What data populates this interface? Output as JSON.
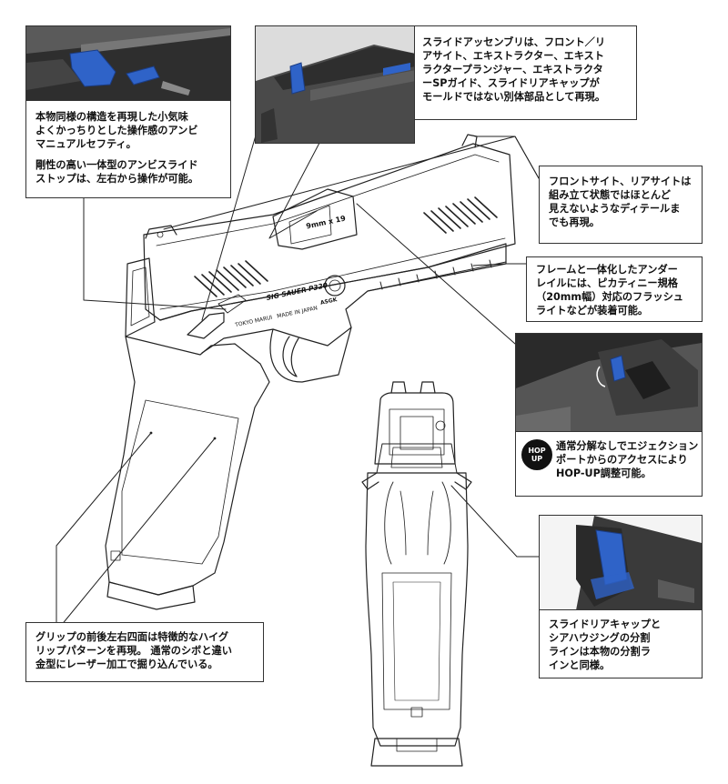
{
  "callouts": {
    "safety": {
      "paragraphs": [
        "本物同様の構造を再現した小気味\nよくかっちりとした操作感のアンビ\nマニュアルセフティ。",
        "剛性の高い一体型のアンビスライド\nストップは、左右から操作が可能。"
      ]
    },
    "slide": {
      "text": "スライドアッセンブリは、フロント／リ\nアサイト、エキストラクター、エキスト\nラクタープランジャー、エキストラクタ\nーSPガイド、スライドリアキャップが\nモールドではない別体部品として再現。"
    },
    "sights": {
      "text": "フロントサイト、リアサイトは\n組み立て状態ではほとんど\n見えないようなディテールま\nでも再現。"
    },
    "rail": {
      "text": "フレームと一体化したアンダー\nレイルには、ピカティニー規格\n（20mm幅）対応のフラッシュ\nライトなどが装着可能。"
    },
    "hopup": {
      "badge": "HOP\nUP",
      "text": "通常分解なしでエジェクション\nポートからのアクセスにより\nHOP-UP調整可能。"
    },
    "grip": {
      "text": "グリップの前後左右四面は特徴的なハイグ\nリップパターンを再現。 通常のシボと違い\n金型にレーザー加工で掘り込んでいる。"
    },
    "rearcap": {
      "text": "スライドリアキャップと\nシアハウジングの分割\nラインは本物の分割ラ\nインと同様。"
    }
  },
  "pistol": {
    "slide_marking": "9mm x 19",
    "frame_logo": "SIG SAUER P320",
    "maker": "TOKYO MARUI",
    "origin": "MADE IN JAPAN",
    "frame_mark": "ASGK"
  },
  "colors": {
    "accent_blue": "#2f63c8",
    "line": "#222222",
    "photo_dark": "#3a3a3a"
  }
}
